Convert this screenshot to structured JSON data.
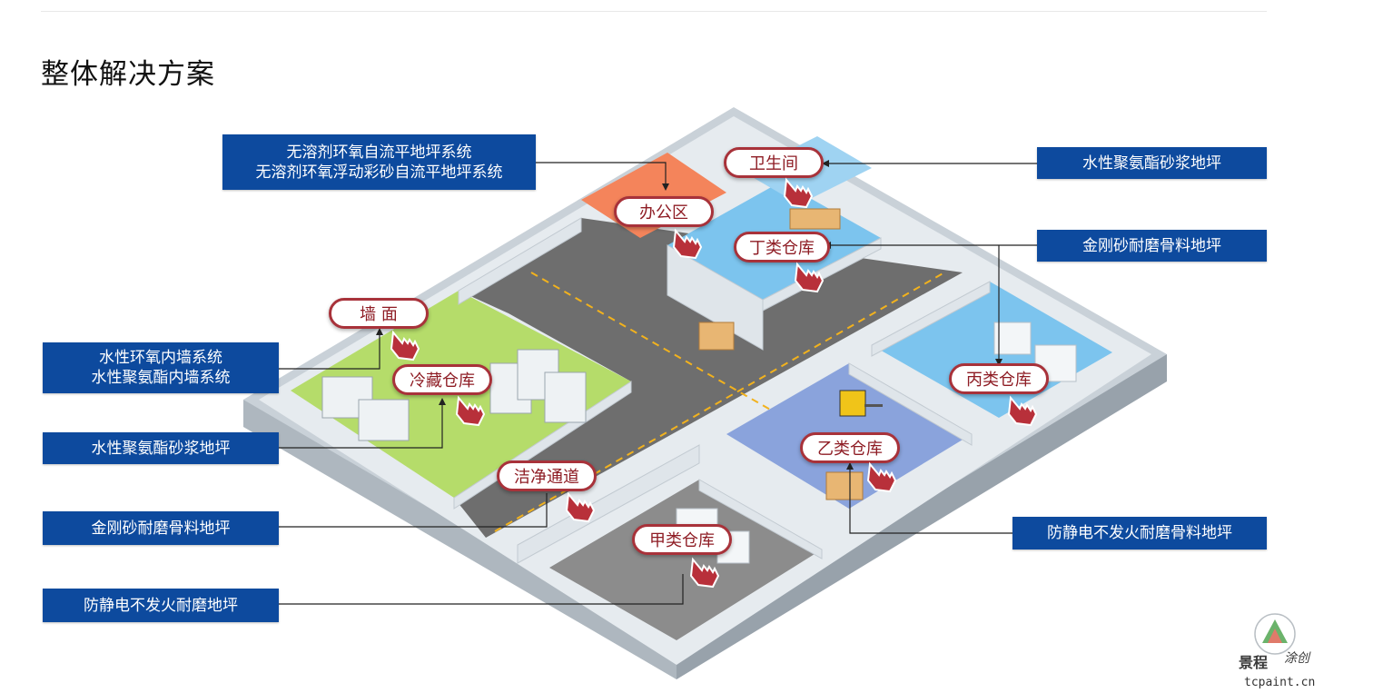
{
  "page": {
    "title": "整体解决方案"
  },
  "callouts": {
    "top_left": [
      "无溶剂环氧自流平地坪系统",
      "无溶剂环氧浮动彩砂自流平地坪系统"
    ],
    "wall": [
      "水性环氧内墙系统",
      "水性聚氨酯内墙系统"
    ],
    "cold_floor": "水性聚氨酯砂浆地坪",
    "passage_floor": "金刚砂耐磨骨料地坪",
    "class_a_floor": "防静电不发火耐磨地坪",
    "toilet_floor": "水性聚氨酯砂浆地坪",
    "ding_floor": "金刚砂耐磨骨料地坪",
    "yi_floor": "防静电不发火耐磨骨料地坪"
  },
  "areas": {
    "toilet": "卫生间",
    "office": "办公区",
    "ding": "丁类仓库",
    "wall": "墙  面",
    "cold": "冷藏仓库",
    "bing": "丙类仓库",
    "yi": "乙类仓库",
    "passage": "洁净通道",
    "jia": "甲类仓库"
  },
  "colors": {
    "callout_bg": "#0d4a9e",
    "pill_border": "#a8323a",
    "pill_text": "#8e1c24",
    "floor_blue": "#7cc4ee",
    "floor_green": "#b5dc6a",
    "floor_road": "#6e6e6e",
    "floor_yi": "#8aa3dc",
    "floor_orange": "#f4845b",
    "wall": "#dfe5ea",
    "road_line": "#f2b21d"
  },
  "watermark": {
    "brand_cn": "景程",
    "brand_script": "涂创",
    "url": "tcpaint.cn"
  }
}
